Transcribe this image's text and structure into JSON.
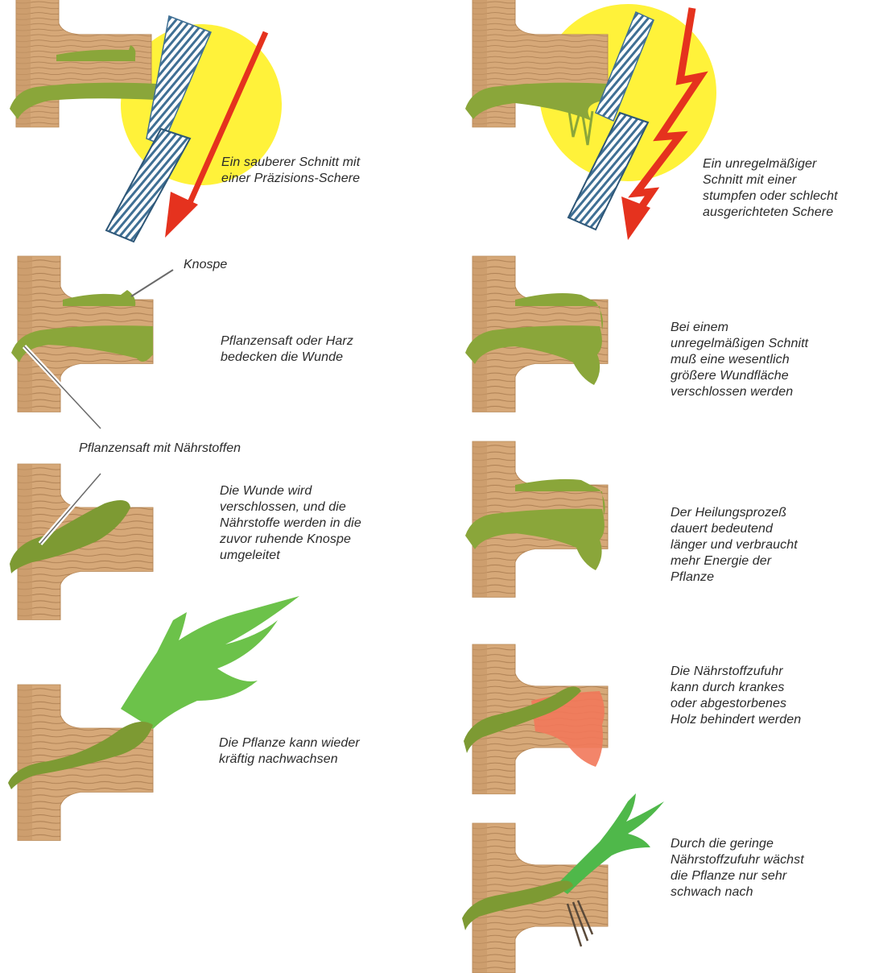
{
  "captions": {
    "clean_cut": "Ein sauberer Schnitt mit\neiner Präzisions-Schere",
    "irregular_cut": "Ein unregelmäßiger\nSchnitt mit einer\nstumpfen oder schlecht\nausgerichteten Schere",
    "sap_covers": "Pflanzensaft oder Harz\nbedecken die Wunde",
    "larger_wound": "Bei einem\nunregelmäßigen Schnitt\nmuß eine wesentlich\ngrößere Wundfläche\nverschlossen werden",
    "wound_closed": "Die Wunde wird\nverschlossen, und die\nNährstoffe werden in die\nzuvor ruhende Knospe\numgeleitet",
    "healing_longer": "Der Heilungsprozeß\ndauert bedeutend\nlänger und verbraucht\nmehr Energie der\nPflanze",
    "regrowth_strong": "Die Pflanze kann wieder\nkräftig nachwachsen",
    "supply_blocked": "Die Nährstoffzufuhr\nkann durch krankes\noder abgestorbenes\nHolz behindert werden",
    "regrowth_weak": "Durch die geringe\nNährstoffzufuhr wächst\ndie Pflanze nur sehr\nschwach nach"
  },
  "labels": {
    "bud": "Knospe",
    "sap_nutrients": "Pflanzensaft mit Nährstoffen"
  },
  "colors": {
    "wood": "#d6a878",
    "wood_grain": "#9c6e44",
    "cambium": "#8aa63a",
    "cambium_dark": "#6f8a2a",
    "new_growth": "#6cc24a",
    "sun": "#fff23a",
    "arrow": "#e5321e",
    "blade": "#3f6f94",
    "blade_light": "#e6eef4",
    "diseased": "#f2785a",
    "pointer": "#6a6a6a",
    "text": "#2b2b2b"
  },
  "icons": {
    "blade_upper": "shear-blade-icon",
    "blade_lower": "shear-blade-icon",
    "arrow_straight": "straight-arrow-icon",
    "arrow_jagged": "zigzag-arrow-icon",
    "sun": "highlight-circle-icon"
  }
}
